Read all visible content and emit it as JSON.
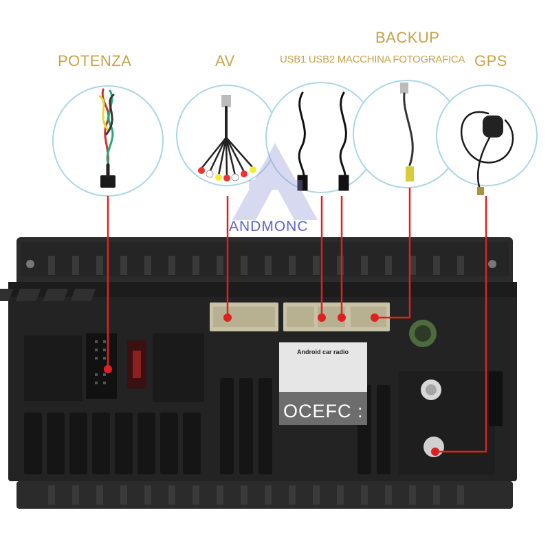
{
  "labels": {
    "potenza": "POTENZA",
    "av": "AV",
    "backup": "BACKUP",
    "usb_camera": "USB1 USB2 MACCHINA FOTOGRAFICA",
    "gps": "GPS"
  },
  "watermark": {
    "text": "ANDMONC"
  },
  "sticker": {
    "title": "Android car radio",
    "overlay_text": "OCEFC :"
  },
  "colors": {
    "label_gold": "#c8a24a",
    "pointer_red": "#e02020",
    "circle_border": "#a9d6e6",
    "unit_body": "#2a2a2a"
  }
}
